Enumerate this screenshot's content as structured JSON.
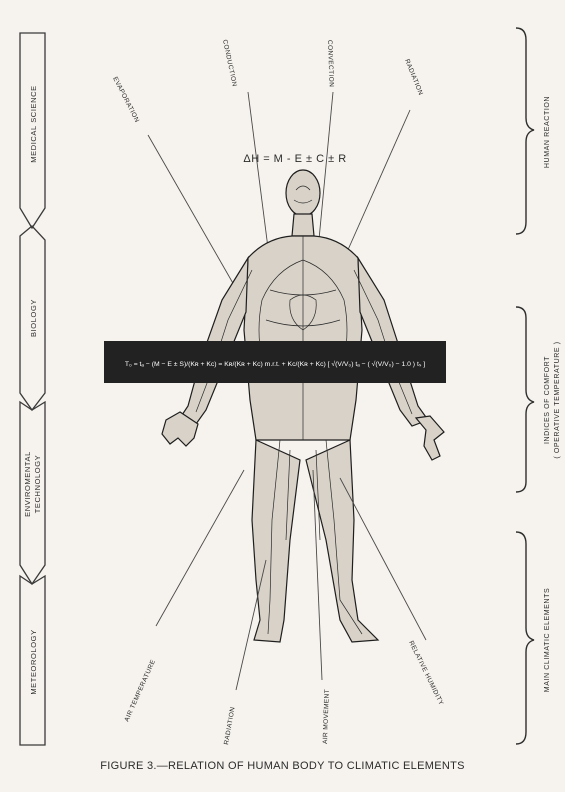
{
  "fields": {
    "medical_science": "MEDICAL SCIENCE",
    "biology": "BIOLOGY",
    "environmental_technology_line1": "ENVIROMENTAL",
    "environmental_technology_line2": "TECHNOLOGY",
    "meteorology": "METEOROLOGY"
  },
  "reaction_lines": {
    "evaporation": "EVAPORATION",
    "conduction": "CONDUCTION",
    "convection": "CONVECTION",
    "radiation": "RADIATION"
  },
  "heat_balance_equation": "ΔH = M - E ± C ± R",
  "operative_temperature_equation": "T₀ = tₐ − (M − E ± S)/(Kʀ + Kᴄ) = Kʀ/(Kʀ + Kᴄ) m.r.t. + Kᴄ/(Kʀ + Kᴄ) [ √(V/V₀) tₐ − ( √(V/V₀) − 1.0 ) tₛ ]",
  "climatic_lines": {
    "air_temperature": "AIR TEMPERATURE",
    "radiation": "RADIATION",
    "air_movement": "AIR MOVEMENT",
    "relative_humidity": "RELATIVE HUMIDITY"
  },
  "brackets": {
    "human_reaction": "HUMAN REACTION",
    "indices_line1": "INDICES OF COMFORT",
    "indices_line2": "( OPERATIVE TEMPERATURE )",
    "main_climatic": "MAIN CLIMATIC ELEMENTS"
  },
  "caption": "FIGURE 3.—RELATION OF HUMAN BODY TO CLIMATIC ELEMENTS"
}
